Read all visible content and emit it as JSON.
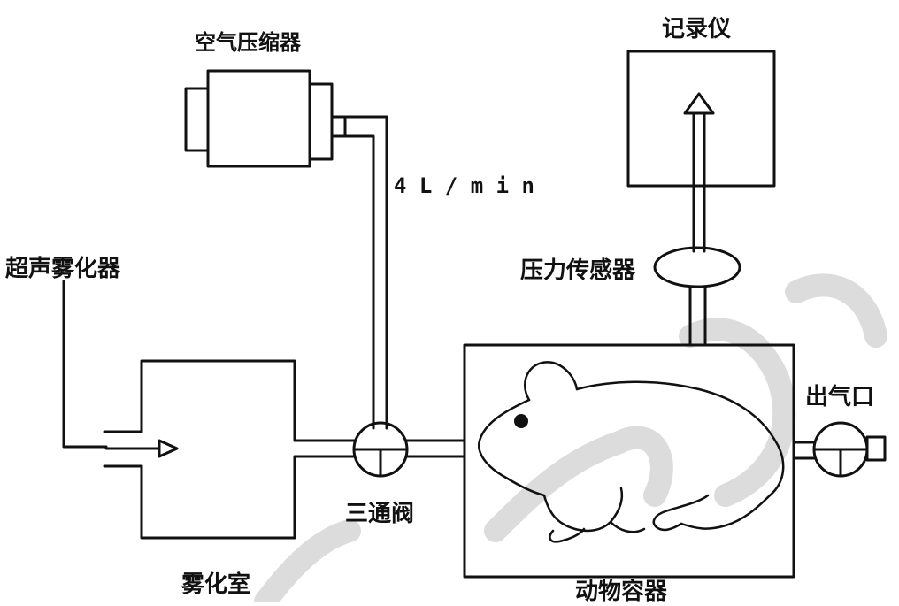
{
  "labels": {
    "compressor": "空气压缩器",
    "flow_rate": "4 L / m i n",
    "recorder": "记录仪",
    "nebulizer": "超声雾化器",
    "pressure_sensor": "压力传感器",
    "outlet": "出气口",
    "three_way_valve": "三通阀",
    "atomization_chamber": "雾化室",
    "animal_container": "动物容器"
  },
  "colors": {
    "line": "#111111",
    "watermark": "#d8d8d8",
    "background": "#ffffff"
  }
}
